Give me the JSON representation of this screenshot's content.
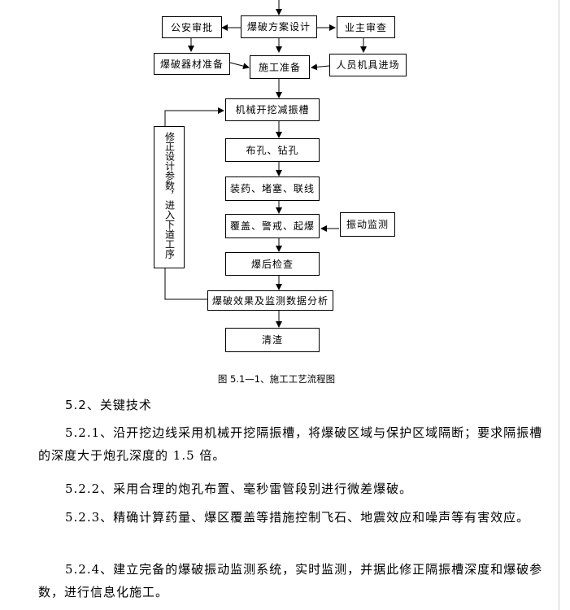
{
  "flowchart": {
    "boxes": {
      "police_approval": "公安审批",
      "blast_design": "爆破方案设计",
      "owner_review": "业主审查",
      "materials_ready": "爆破器材准备",
      "construction_ready": "施工准备",
      "personnel_entry": "人员机具进场",
      "mech_trench": "机械开挖减振槽",
      "drilling": "布孔、钻孔",
      "charging": "装药、堵塞、联线",
      "covering": "覆盖、警戒、起爆",
      "vibration_monitor": "振动监测",
      "post_check": "爆后检查",
      "analysis": "爆破效果及监测数据分析",
      "clearing": "清渣",
      "feedback": "修正设计参数，进入下道工序"
    }
  },
  "figure_caption": "图 5.1—1、施工工艺流程图",
  "section_heading": "5.2、关键技术",
  "paragraphs": [
    "5.2.1、沿开挖边线采用机械开挖隔振槽，将爆破区域与保护区域隔断；要求隔振槽的深度大于炮孔深度的 1.5 倍。",
    "5.2.2、采用合理的炮孔布置、毫秒雷管段别进行微差爆破。",
    "5.2.3、精确计算药量、爆区覆盖等措施控制飞石、地震效应和噪声等有害效应。",
    "5.2.4、建立完备的爆破振动监测系统，实时监测，并据此修正隔振槽深度和爆破参数，进行信息化施工。"
  ]
}
